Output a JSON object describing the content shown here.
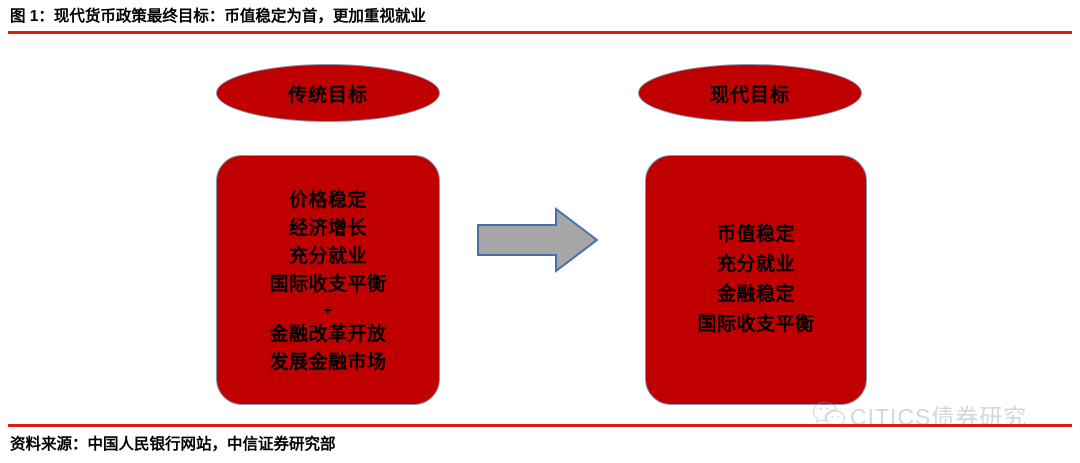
{
  "figure": {
    "title": "图 1：现代货币政策最终目标：币值稳定为首，更加重视就业",
    "source": "资料来源：中国人民银行网站，中信证券研究部",
    "accent_color": "#D91A15",
    "shape_fill_color": "#C00000",
    "shape_border_color": "#8496B0",
    "arrow_fill_color": "#A6A6A6",
    "arrow_border_color": "#4472A8"
  },
  "diagram": {
    "left": {
      "header": "传统目标",
      "items": [
        "价格稳定",
        "经济增长",
        "充分就业",
        "国际收支平衡",
        "+",
        "金融改革开放",
        "发展金融市场"
      ]
    },
    "right": {
      "header": "现代目标",
      "items": [
        "币值稳定",
        "充分就业",
        "金融稳定",
        "国际收支平衡"
      ]
    },
    "arrow": {
      "direction": "right",
      "icon": "arrow-right-icon"
    }
  },
  "watermark": {
    "icon": "wechat-icon",
    "text": "CITICS债券研究"
  }
}
